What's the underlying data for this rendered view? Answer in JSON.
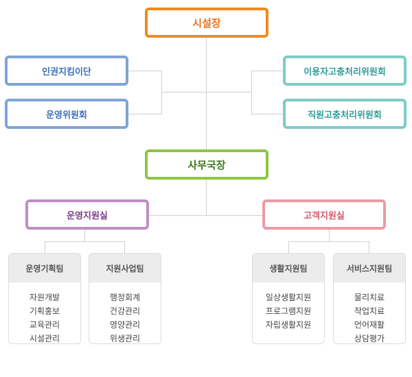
{
  "org": {
    "top": "시설장",
    "left_committees": [
      "인권지킴이단",
      "운영위원회"
    ],
    "right_committees": [
      "이용자고충처리위원회",
      "직원고충처리위원회"
    ],
    "secretary": "사무국장",
    "offices": [
      "운영지원실",
      "고객지원실"
    ],
    "teams": [
      {
        "name": "운영기획팀",
        "tasks": [
          "자원개발",
          "기획홍보",
          "교육관리",
          "시설관리"
        ]
      },
      {
        "name": "지원사업팀",
        "tasks": [
          "행정회계",
          "건강관리",
          "영양관리",
          "위생관리"
        ]
      },
      {
        "name": "생활지원팀",
        "tasks": [
          "일상생활지원",
          "프로그램지원",
          "자립생활지원"
        ]
      },
      {
        "name": "서비스지원팀",
        "tasks": [
          "물리치료",
          "작업치료",
          "언어재활",
          "상담평가"
        ]
      }
    ]
  },
  "colors": {
    "top": "#f08a1c",
    "left_committees": "#7fa4d6",
    "right_committees": "#7ecbc7",
    "secretary": "#8dc63f",
    "office_left": "#c08cc6",
    "office_right": "#ee99a3"
  }
}
